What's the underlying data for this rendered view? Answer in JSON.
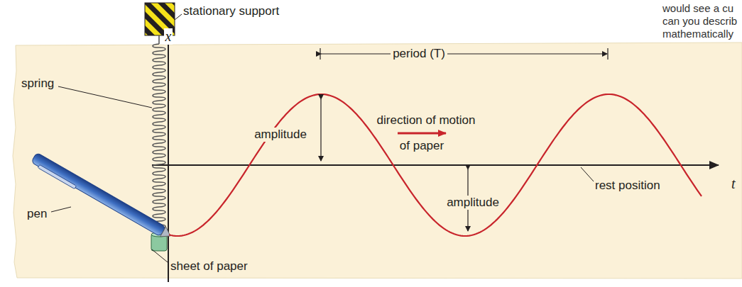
{
  "diagram": {
    "labels": [
      "stationary support",
      "x",
      "spring",
      "period (T)",
      "amplitude",
      "direction of motion",
      "of paper",
      "amplitude",
      "t",
      "rest position",
      "pen",
      "sheet of paper",
      "would see a cu",
      "can you describ",
      "mathematically"
    ]
  }
}
